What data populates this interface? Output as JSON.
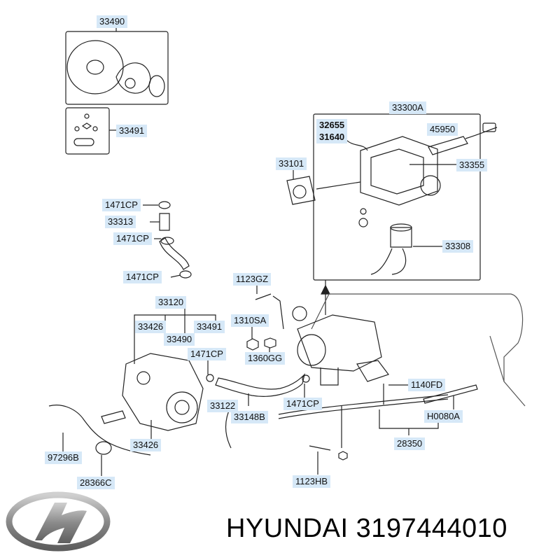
{
  "brand": {
    "text": "HYUNDAI 3197444010"
  },
  "logo": {
    "icon": "hyundai-logo-icon",
    "color": "#8a8a8a"
  },
  "callout_color": "#d6e8f7",
  "callouts": {
    "p33490_top": "33490",
    "p33491_top": "33491",
    "p33300A": "33300A",
    "p32655": "32655",
    "p31640": "31640",
    "p45950": "45950",
    "p33355": "33355",
    "p33101": "33101",
    "p33308": "33308",
    "p1471CP_1": "1471CP",
    "p33313": "33313",
    "p1471CP_2": "1471CP",
    "p1471CP_3": "1471CP",
    "p1123GZ": "1123GZ",
    "p33120": "33120",
    "p33426_a": "33426",
    "p33491_b": "33491",
    "p33490_b": "33490",
    "p1310SA": "1310SA",
    "p1360GG": "1360GG",
    "p1471CP_4": "1471CP",
    "p1471CP_5": "1471CP",
    "p1140FD": "1140FD",
    "pH0080A": "H0080A",
    "p33122": "33122",
    "p33148B": "33148B",
    "p28350": "28350",
    "p33426_b": "33426",
    "p97296B": "97296B",
    "p28366C": "28366C",
    "p1123HB": "1123HB"
  }
}
